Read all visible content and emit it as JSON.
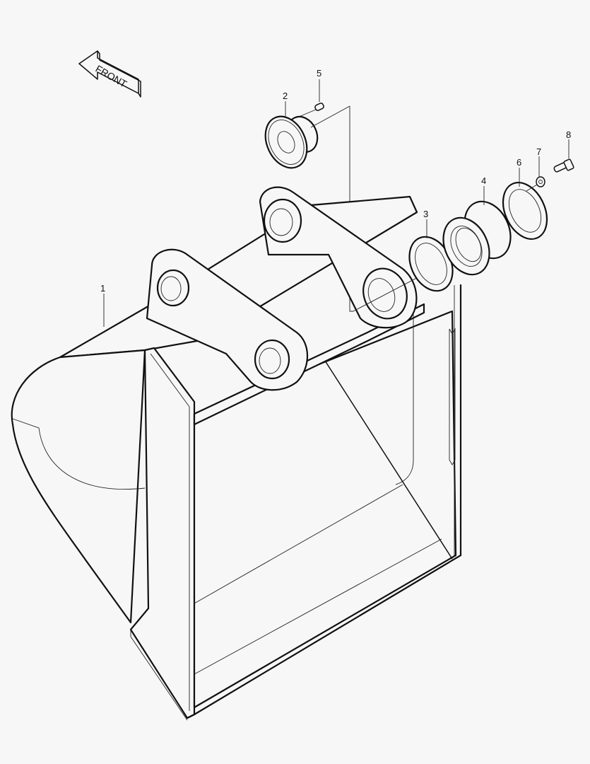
{
  "diagram": {
    "type": "exploded-parts-diagram",
    "subject": "excavator bucket",
    "orientation_indicator": {
      "label": "FRONT",
      "direction": "upper-left"
    },
    "callouts": [
      {
        "id": "1",
        "label": "1",
        "part": "bucket"
      },
      {
        "id": "2",
        "label": "2",
        "part": "boss / bushing cap"
      },
      {
        "id": "3",
        "label": "3",
        "part": "shim ring"
      },
      {
        "id": "4",
        "label": "4",
        "part": "bushing (grooved)"
      },
      {
        "id": "5",
        "label": "5",
        "part": "pin / dowel"
      },
      {
        "id": "6",
        "label": "6",
        "part": "retaining plate"
      },
      {
        "id": "7",
        "label": "7",
        "part": "washer"
      },
      {
        "id": "8",
        "label": "8",
        "part": "bolt"
      }
    ],
    "colors": {
      "background": "#f7f7f7",
      "line": "#111111"
    }
  }
}
